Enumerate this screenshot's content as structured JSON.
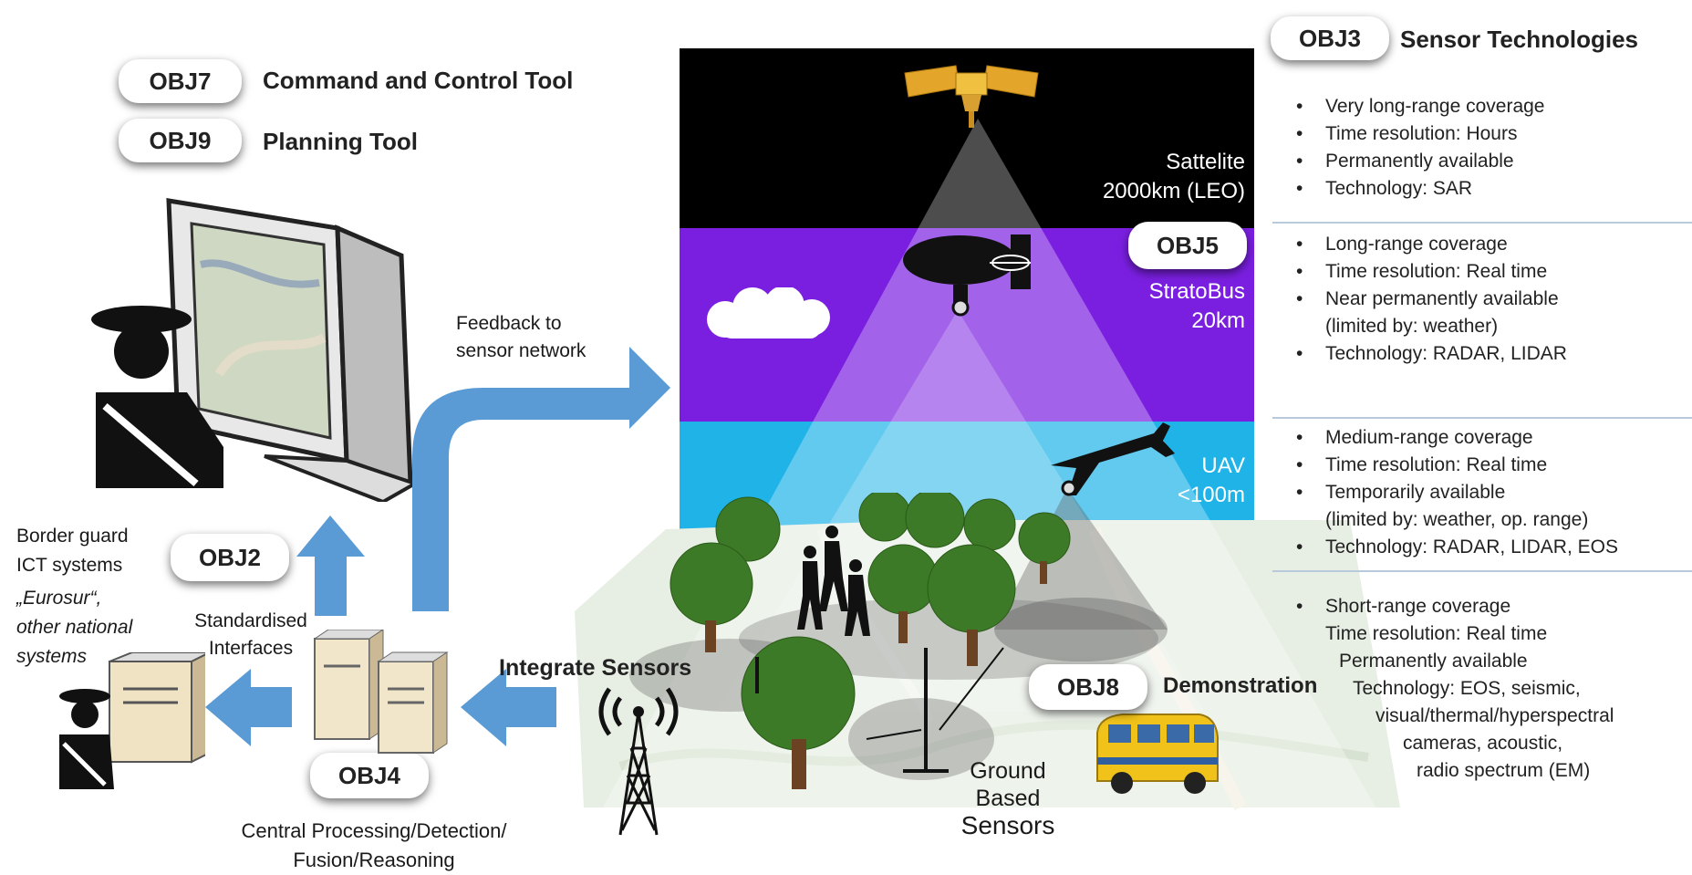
{
  "objectives": {
    "obj7": {
      "code": "OBJ7",
      "label": "Command and Control Tool"
    },
    "obj9": {
      "code": "OBJ9",
      "label": "Planning Tool"
    },
    "obj3": {
      "code": "OBJ3",
      "label": "Sensor Technologies"
    },
    "obj5": {
      "code": "OBJ5"
    },
    "obj2": {
      "code": "OBJ2"
    },
    "obj4": {
      "code": "OBJ4"
    },
    "obj8": {
      "code": "OBJ8",
      "label": "Demonstration"
    }
  },
  "layers": {
    "satellite": {
      "name": "Sattelite",
      "altitude": "2000km (LEO)",
      "color": "#000000"
    },
    "stratobus": {
      "name": "StratoBus",
      "altitude": "20km",
      "color": "#7a1fe0"
    },
    "uav": {
      "name": "UAV",
      "altitude": "<100m",
      "color": "#1fb3e8"
    },
    "ground": {
      "line1": "Ground",
      "line2": "Based",
      "line3": "Sensors"
    }
  },
  "bullets": {
    "satellite": [
      "Very long-range coverage",
      "Time resolution: Hours",
      "Permanently available",
      "Technology: SAR"
    ],
    "stratobus": [
      "Long-range coverage",
      "Time resolution: Real time",
      "Near permanently available",
      "(limited by: weather)",
      "Technology: RADAR, LIDAR"
    ],
    "uav": [
      "Medium-range coverage",
      "Time resolution: Real time",
      "Temporarily available",
      "(limited by: weather, op. range)",
      "Technology: RADAR, LIDAR, EOS"
    ],
    "ground": [
      "Short-range coverage",
      "Time resolution: Real time",
      "Permanently available",
      "Technology: EOS, seismic,",
      "visual/thermal/hyperspectral",
      "cameras, acoustic,",
      "radio spectrum (EM)"
    ]
  },
  "labels": {
    "feedback_line1": "Feedback to",
    "feedback_line2": "sensor network",
    "border_guard_line1": "Border guard",
    "border_guard_line2": "ICT systems",
    "eurosur_line1": "„Eurosur“,",
    "eurosur_line2": "other national",
    "eurosur_line3": "systems",
    "std_line1": "Standardised",
    "std_line2": "Interfaces",
    "integrate": "Integrate Sensors",
    "central_line1": "Central Processing/Detection/",
    "central_line2": "Fusion/Reasoning"
  },
  "colors": {
    "arrow": "#5b9bd5",
    "separator": "#b9c9dc"
  }
}
